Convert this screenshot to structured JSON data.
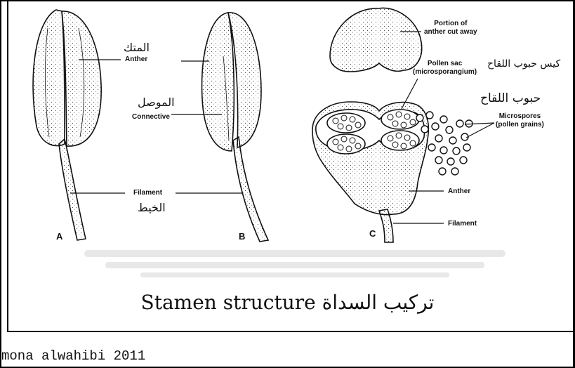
{
  "labels": {
    "anther_ar": "المتك",
    "anther_en": "Anther",
    "connective_ar": "الموصل",
    "connective_en": "Connective",
    "filament_en": "Filament",
    "filament_ar": "الخيط",
    "portion": "Portion of\nanther cut away",
    "pollen_sac_ar": "كيس حبوب اللقاح",
    "pollen_sac_en": "Pollen sac\n(microsporangium)",
    "pollen_grains_ar": "حبوب اللقاح",
    "microspores_en": "Microspores\n(pollen grains)",
    "anther_c": "Anther",
    "filament_c": "Filament"
  },
  "figure_letters": {
    "a": "A",
    "b": "B",
    "c": "C"
  },
  "caption": "Stamen structure تركيب السداة",
  "signature": "mona alwahibi 2011",
  "colors": {
    "ink": "#111111",
    "border": "#000000",
    "background": "#ffffff"
  }
}
